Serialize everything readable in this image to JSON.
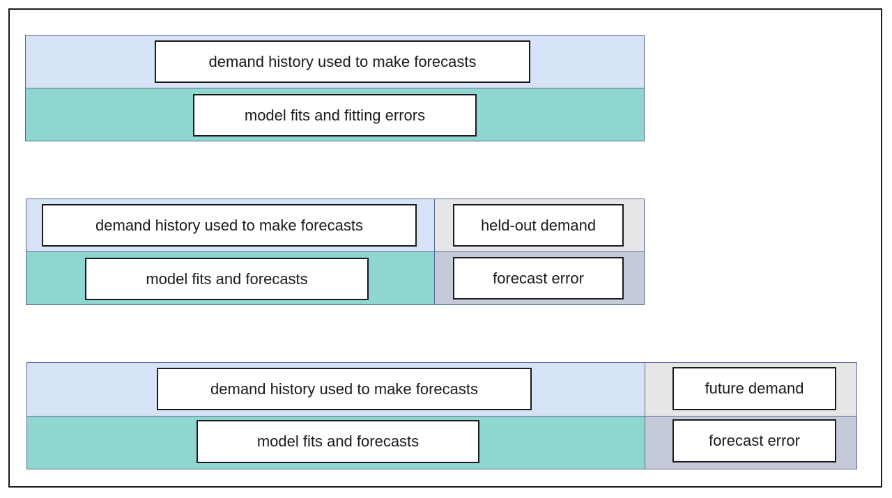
{
  "colors": {
    "history": "#d6e2f5",
    "fit": "#8fd6d0",
    "demand_out": "#e6e6e6",
    "error": "#c5cad9"
  },
  "panel1": {
    "history_label": "demand history used to make forecasts",
    "fit_label": "model fits and fitting errors"
  },
  "panel2": {
    "history_label": "demand history used to make forecasts",
    "heldout_label": "held-out demand",
    "fit_label": "model fits and forecasts",
    "error_label": "forecast error"
  },
  "panel3": {
    "history_label": "demand history used to make forecasts",
    "future_label": "future demand",
    "fit_label": "model fits and forecasts",
    "error_label": "forecast error"
  }
}
